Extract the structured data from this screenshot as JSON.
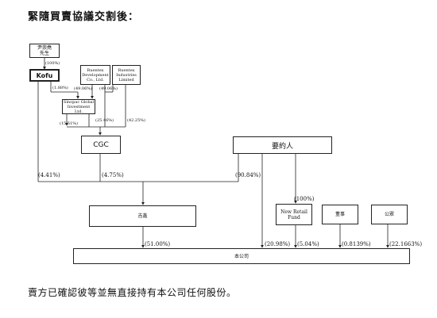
{
  "title": "緊隨買賣協議交割後：",
  "footnote": "賣方已確認彼等並無直接持有本公司任何股份。",
  "entities": {
    "mr_yin": "尹崇堯\n先生",
    "kofu": "Kofu",
    "ruentex_dev": "Ruentex\nDevelopment\nCo., Ltd.",
    "ruentex_ind": "Ruentex\nIndustries\nLimited",
    "sinopac": "Sinopac Global\nInvestment Ltd.",
    "cgc": "CGC",
    "concert_party": "要約人",
    "jixin": "吉鑫",
    "new_retail_fund": "New Retail\nFund",
    "directors": "董事",
    "public": "公眾",
    "company": "本公司"
  },
  "percentages": {
    "yin_to_kofu": "(100%)",
    "kofu_to_cgc_side": "(1.88%)",
    "ruentex_dev_to_sinopac": "(49.06%)",
    "ruentex_ind_to_sinopac": "(49.06%)",
    "sinopac_left": "(15.51%)",
    "sinopac_to_cgc": "(25.46%)",
    "ruentex_ind_to_cgc": "(42.25%)",
    "kofu_to_jixin": "(4.41%)",
    "cgc_to_jixin": "(4.75%)",
    "offeror_to_jixin": "(90.84%)",
    "offeror_to_nrf": "(100%)",
    "jixin_to_company": "(51.00%)",
    "offeror_to_company": "(20.98%)",
    "nrf_to_company": "(5.04%)",
    "directors_to_company": "(0.8139%)",
    "public_to_company": "(22.1663%)"
  }
}
